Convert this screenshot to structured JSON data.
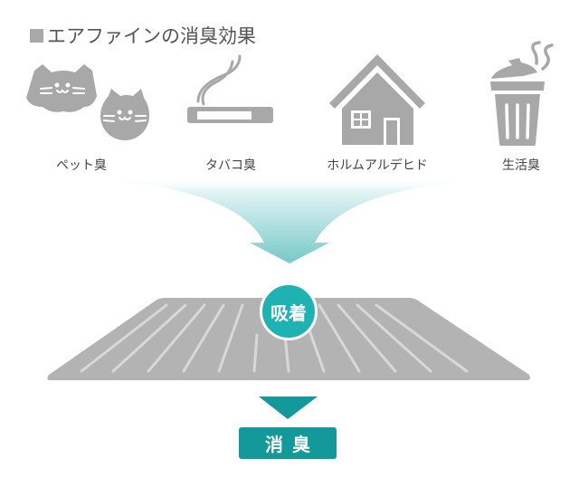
{
  "title": "エアファインの消臭効果",
  "sources": [
    {
      "label": "ペット臭",
      "icon": "cats-icon"
    },
    {
      "label": "タバコ臭",
      "icon": "cigarette-icon"
    },
    {
      "label": "ホルムアルデヒド",
      "icon": "house-icon"
    },
    {
      "label": "生活臭",
      "icon": "trash-can-icon"
    }
  ],
  "process": {
    "label": "吸着"
  },
  "result": {
    "label": "消臭"
  },
  "colors": {
    "icon_gray": "#a8a8a8",
    "plate_gray": "#b3b3b3",
    "teal_badge": "#1fb2b3",
    "teal_result": "#14999a",
    "funnel_teal": "#7ecccc"
  }
}
